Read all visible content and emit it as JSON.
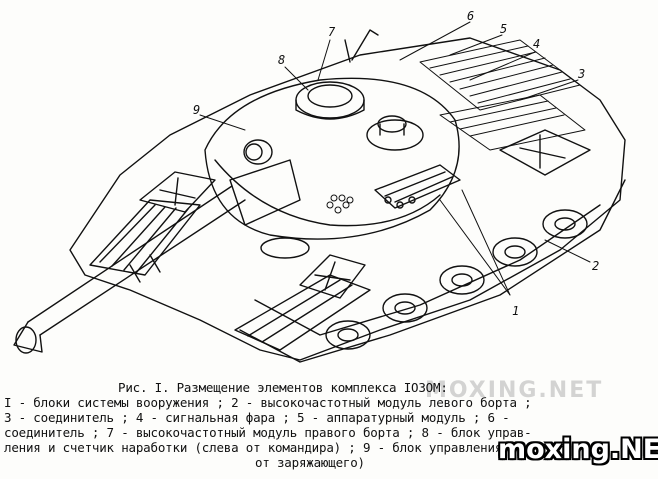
{
  "figure": {
    "callouts": [
      "1",
      "2",
      "3",
      "4",
      "5",
      "6",
      "7",
      "8",
      "9"
    ],
    "caption_lines": [
      "Рис. I. Размещение элементов комплекса IO3OM:",
      "I - блоки системы вооружения ; 2 - высокочастотный модуль левого борта ;",
      "3 - соединитель ; 4 - сигнальная фара ; 5 - аппаратурный модуль ; 6 -",
      "соединитель ; 7 - высокочастотный модуль правого борта ; 8 - блок управ-",
      "ления и счетчик наработки (слева от командира) ; 9 - блок управления",
      "от заряжающего)"
    ]
  },
  "watermarks": {
    "faint": "MOXING.NET",
    "bold": "moxing.NET"
  },
  "colors": {
    "ink": "#111111",
    "paper": "#fdfdfb",
    "watermark_bold": "#ffffff",
    "watermark_faint": "#c9c9c9"
  }
}
